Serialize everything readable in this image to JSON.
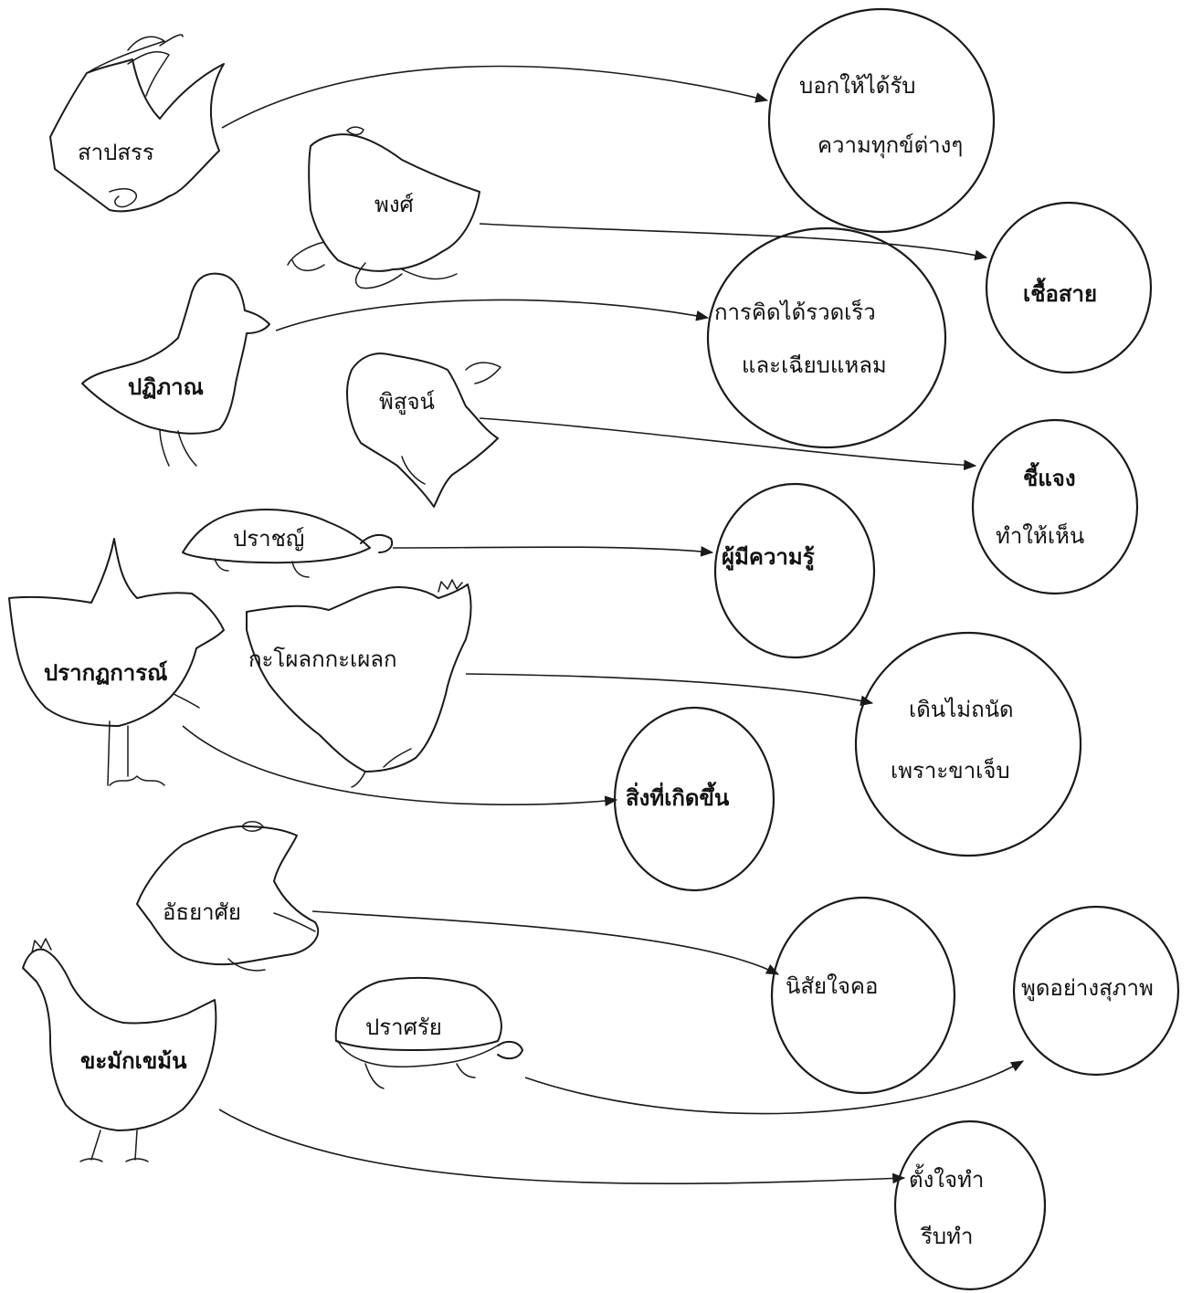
{
  "words": [
    {
      "id": "w1",
      "text": "สาปสรร",
      "animal": "fish"
    },
    {
      "id": "w2",
      "text": "พงศ์",
      "animal": "frog"
    },
    {
      "id": "w3",
      "text": "ปฏิภาณ",
      "animal": "duck"
    },
    {
      "id": "w4",
      "text": "พิสูจน์",
      "animal": "fish"
    },
    {
      "id": "w5",
      "text": "ปราชญ์",
      "animal": "turtle"
    },
    {
      "id": "w6",
      "text": "ปรากฏการณ์",
      "animal": "bird"
    },
    {
      "id": "w7",
      "text": "กะโผลกกะเผลก",
      "animal": "hen"
    },
    {
      "id": "w8",
      "text": "อัธยาศัย",
      "animal": "frog"
    },
    {
      "id": "w9",
      "text": "ปราศรัย",
      "animal": "turtle"
    },
    {
      "id": "w10",
      "text": "ขะมักเขม้น",
      "animal": "hen"
    }
  ],
  "meanings": [
    {
      "id": "m1",
      "lines": [
        "บอกให้ได้รับ",
        "ความทุกข์ต่างๆ"
      ]
    },
    {
      "id": "m2",
      "lines": [
        "เชื้อสาย"
      ]
    },
    {
      "id": "m3",
      "lines": [
        "การคิดได้รวดเร็ว",
        "และเฉียบแหลม"
      ]
    },
    {
      "id": "m4",
      "lines": [
        "ชี้แจง",
        "ทำให้เห็น"
      ]
    },
    {
      "id": "m5",
      "lines": [
        "ผู้มีความรู้"
      ]
    },
    {
      "id": "m6",
      "lines": [
        "เดินไม่ถนัด",
        "เพราะขาเจ็บ"
      ]
    },
    {
      "id": "m7",
      "lines": [
        "สิ่งที่เกิดขึ้น"
      ]
    },
    {
      "id": "m8",
      "lines": [
        "นิสัยใจคอ"
      ]
    },
    {
      "id": "m9",
      "lines": [
        "พูดอย่างสุภาพ"
      ]
    },
    {
      "id": "m10",
      "lines": [
        "ตั้งใจทำ",
        "รีบทำ"
      ]
    }
  ],
  "links": [
    {
      "from": "w1",
      "to": "m1"
    },
    {
      "from": "w2",
      "to": "m2"
    },
    {
      "from": "w3",
      "to": "m3"
    },
    {
      "from": "w4",
      "to": "m4"
    },
    {
      "from": "w5",
      "to": "m5"
    },
    {
      "from": "w7",
      "to": "m6"
    },
    {
      "from": "w6",
      "to": "m7"
    },
    {
      "from": "w8",
      "to": "m8"
    },
    {
      "from": "w9",
      "to": "m9"
    },
    {
      "from": "w10",
      "to": "m10"
    }
  ],
  "colors": {
    "ink": "#1a1a1a",
    "paper": "#ffffff"
  }
}
